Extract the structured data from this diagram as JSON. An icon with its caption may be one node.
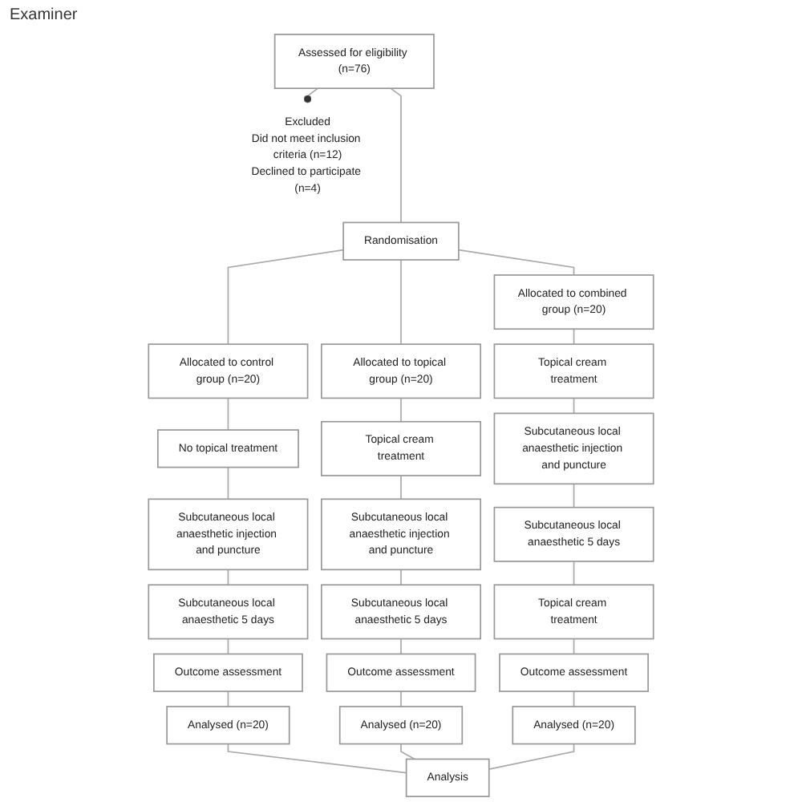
{
  "diagram": {
    "nodes": [
      {
        "text": [
          "Assessed for eligibility (n=76)"
        ]
      },
      {
        "text": [
          "Excluded",
          "Did not meet inclusion criteria (n=12)",
          "Declined to participate (n=4)"
        ]
      },
      {
        "text": [
          "Randomisation"
        ]
      },
      {
        "text": [
          "Allocated to control group (n=20)"
        ]
      },
      {
        "text": [
          "No topical treatment"
        ]
      },
      {
        "text": [
          "Subcutaneous local anaesthetic injection and puncture"
        ]
      },
      {
        "text": [
          "Subcutaneous local anaesthetic 5 days"
        ]
      },
      {
        "text": [
          "Outcome assessment"
        ]
      },
      {
        "text": [
          "Analysed (n=20)"
        ]
      },
      {
        "text": [
          "Allocated to topical group (n=20)"
        ]
      },
      {
        "text": [
          "Topical cream treatment"
        ]
      },
      {
        "text": [
          "Subcutaneous local anaesthetic injection and puncture"
        ]
      },
      {
        "text": [
          "Subcutaneous local anaesthetic 5 days"
        ]
      },
      {
        "text": [
          "Outcome assessment"
        ]
      },
      {
        "text": [
          "Analysed (n=20)"
        ]
      },
      {
        "text": [
          "Allocated to combined group (n=20)"
        ]
      },
      {
        "text": [
          "Topical cream treatment"
        ]
      },
      {
        "text": [
          "Subcutaneous local anaesthetic injection and puncture"
        ]
      },
      {
        "text": [
          "Subcutaneous local anaesthetic 5 days"
        ]
      },
      {
        "text": [
          "Topical cream treatment"
        ]
      },
      {
        "text": [
          "Outcome assessment"
        ]
      },
      {
        "text": [
          "Analysed (n=20)"
        ]
      },
      {
        "text": [
          "Analysis"
        ]
      }
    ],
    "edges": [
      {
        "from": 0,
        "to": 1,
        "arrow": "other"
      },
      {
        "from": 0,
        "to": 2,
        "arrow": "none"
      },
      {
        "from": 2,
        "to": 3,
        "arrow": "none"
      },
      {
        "from": 2,
        "to": 9,
        "arrow": "none"
      },
      {
        "from": 2,
        "to": 15,
        "arrow": "none"
      },
      {
        "from": 3,
        "to": 4,
        "arrow": "none"
      },
      {
        "from": 4,
        "to": 5,
        "arrow": "none"
      },
      {
        "from": 5,
        "to": 6,
        "arrow": "none"
      },
      {
        "from": 6,
        "to": 7,
        "arrow": "none"
      },
      {
        "from": 7,
        "to": 8,
        "arrow": "none"
      },
      {
        "from": 9,
        "to": 10,
        "arrow": "none"
      },
      {
        "from": 10,
        "to": 11,
        "arrow": "none"
      },
      {
        "from": 11,
        "to": 12,
        "arrow": "none"
      },
      {
        "from": 12,
        "to": 13,
        "arrow": "none"
      },
      {
        "from": 13,
        "to": 14,
        "arrow": "none"
      },
      {
        "from": 15,
        "to": 16,
        "arrow": "none"
      },
      {
        "from": 16,
        "to": 17,
        "arrow": "none"
      },
      {
        "from": 17,
        "to": 18,
        "arrow": "none"
      },
      {
        "from": 18,
        "to": 19,
        "arrow": "none"
      },
      {
        "from": 19,
        "to": 20,
        "arrow": "none"
      },
      {
        "from": 20,
        "to": 21,
        "arrow": "none"
      },
      {
        "from": 8,
        "to": 22,
        "arrow": "none"
      },
      {
        "from": 14,
        "to": 22,
        "arrow": "none"
      },
      {
        "from": 21,
        "to": 22,
        "arrow": "none"
      }
    ],
    "labels": [
      "Examiner"
    ]
  }
}
